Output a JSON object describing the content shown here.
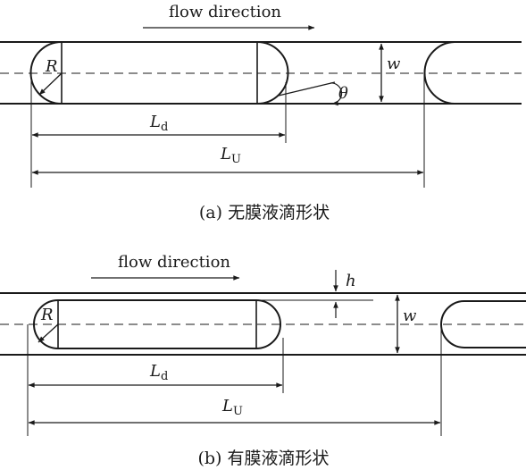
{
  "panel_a": {
    "flow_label": "flow direction",
    "radius_label": "R",
    "width_label": "w",
    "angle_label": "θ",
    "droplet_length": {
      "main": "L",
      "sub": "d"
    },
    "unit_length": {
      "main": "L",
      "sub": "U"
    },
    "caption": "(a) 无膜液滴形状"
  },
  "panel_b": {
    "flow_label": "flow direction",
    "radius_label": "R",
    "width_label": "w",
    "film_label": "h",
    "droplet_length": {
      "main": "L",
      "sub": "d"
    },
    "unit_length": {
      "main": "L",
      "sub": "U"
    },
    "caption": "(b) 有膜液滴形状"
  }
}
